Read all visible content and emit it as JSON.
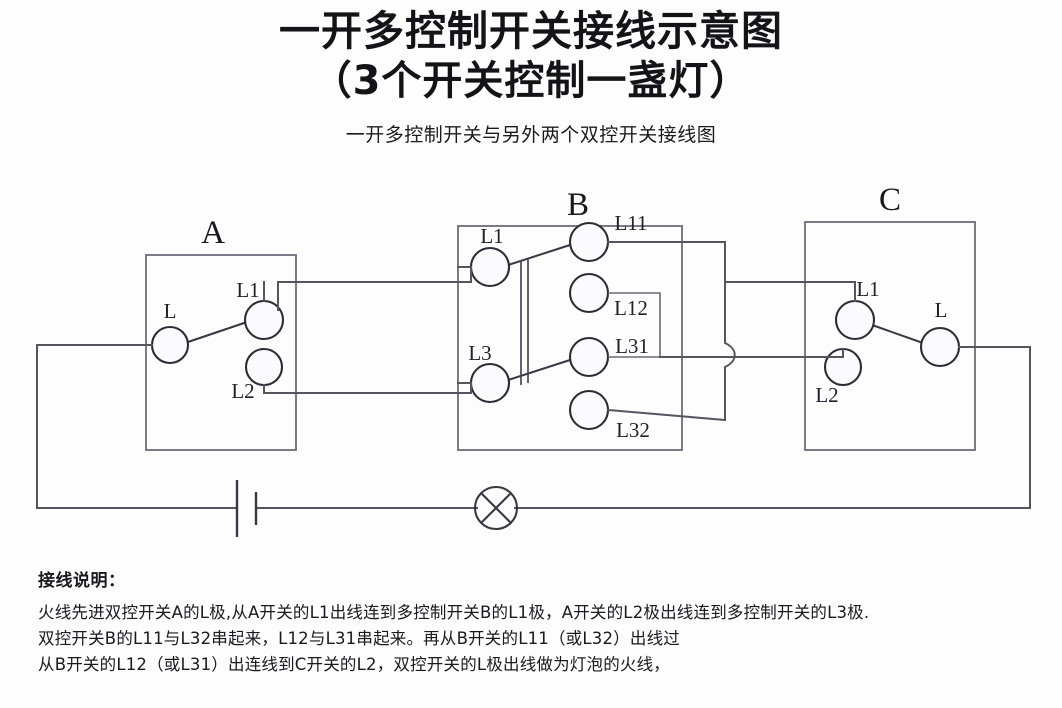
{
  "title": {
    "line1": "一开多控制开关接线示意图",
    "line2": "（3个开关控制一盏灯）",
    "subtitle": "一开多控制开关与另外两个双控开关接线图"
  },
  "diagram": {
    "type": "wiring-schematic",
    "switches": [
      {
        "name": "A",
        "kind": "two-way-switch",
        "terminals": [
          "L",
          "L1",
          "L2"
        ]
      },
      {
        "name": "B",
        "kind": "multi-control-switch",
        "terminals": [
          "L1",
          "L3",
          "L11",
          "L12",
          "L31",
          "L32"
        ]
      },
      {
        "name": "C",
        "kind": "two-way-switch",
        "terminals": [
          "L1",
          "L2",
          "L"
        ]
      }
    ],
    "components": [
      {
        "name": "battery",
        "symbol": "battery-cell"
      },
      {
        "name": "lamp",
        "symbol": "crossed-circle"
      }
    ],
    "connections": [
      "A.L -> battery (live in)",
      "A.L1 -> B.L1",
      "A.L2 -> B.L3",
      "B.L11 -> B.L32 (bridged)",
      "B.L12 -> B.L31 (bridged)",
      "B.L11/L32 -> C.L1",
      "B.L12/L31 -> C.L2",
      "C.L -> lamp"
    ]
  },
  "notes": {
    "heading": "接线说明：",
    "lines": [
      "火线先进双控开关A的L极,从A开关的L1出线连到多控制开关B的L1极，A开关的L2极出线连到多控制开关的L3极.",
      "双控开关B的L11与L32串起来，L12与L31串起来。再从B开关的L11（或L32）出线过",
      "从B开关的L12（或L31）出连线到C开关的L2，双控开关的L极出线做为灯泡的火线，"
    ]
  },
  "labels": {
    "switch_a": "A",
    "switch_b": "B",
    "switch_c": "C",
    "a_L": "L",
    "a_L1": "L1",
    "a_L2": "L2",
    "b_L1": "L1",
    "b_L3": "L3",
    "b_L11": "L11",
    "b_L12": "L12",
    "b_L31": "L31",
    "b_L32": "L32",
    "c_L1": "L1",
    "c_L2": "L2",
    "c_L": "L"
  },
  "colors": {
    "background": "#fdfdfe",
    "wire": "#56545f",
    "outline": "#6e6b79",
    "text": "#19191f"
  }
}
